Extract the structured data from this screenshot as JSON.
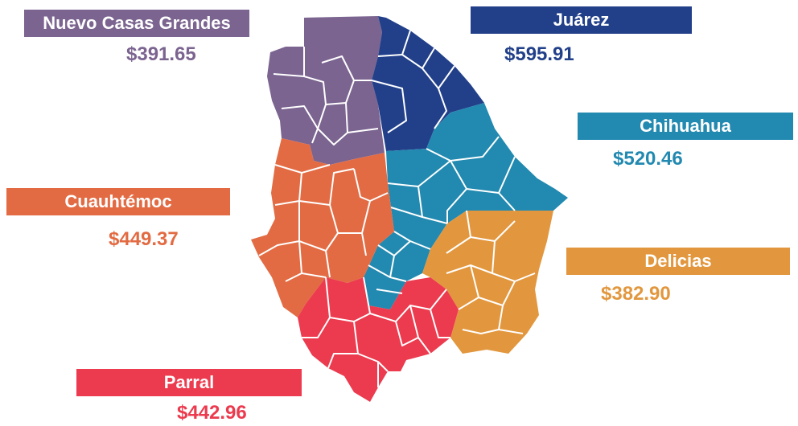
{
  "regions": [
    {
      "key": "ncg",
      "name": "Nuevo Casas Grandes",
      "price": "$391.65",
      "color": "#7B6490"
    },
    {
      "key": "juarez",
      "name": "Juárez",
      "price": "$595.91",
      "color": "#22408A"
    },
    {
      "key": "chihuahua",
      "name": "Chihuahua",
      "price": "$520.46",
      "color": "#2289B0"
    },
    {
      "key": "cuauhtemoc",
      "name": "Cuauhtémoc",
      "price": "$449.37",
      "color": "#E26B43"
    },
    {
      "key": "delicias",
      "name": "Delicias",
      "price": "$382.90",
      "color": "#E2973E"
    },
    {
      "key": "parral",
      "name": "Parral",
      "price": "$442.96",
      "color": "#EC3A4E"
    }
  ]
}
